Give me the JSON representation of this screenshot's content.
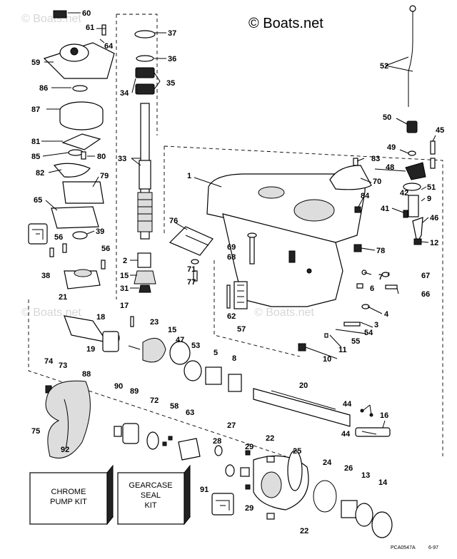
{
  "copyright": "© Boats.net",
  "watermarks": [
    "© Boats.net",
    "© Boats.net",
    "© Boats.net"
  ],
  "footer": {
    "code": "PCA0547A",
    "date": "6-97"
  },
  "kits": {
    "chrome_pump": [
      "CHROME",
      "PUMP KIT"
    ],
    "gearcase_seal": [
      "GEARCASE",
      "SEAL",
      "KIT"
    ]
  },
  "callouts": {
    "c1": "1",
    "c2": "2",
    "c3": "3",
    "c4": "4",
    "c5": "5",
    "c6": "6",
    "c7": "7",
    "c8": "8",
    "c9": "9",
    "c10": "10",
    "c11": "11",
    "c12": "12",
    "c13": "13",
    "c14": "14",
    "c15": "15",
    "c15b": "15",
    "c16": "16",
    "c17": "17",
    "c18": "18",
    "c19": "19",
    "c20": "20",
    "c21": "21",
    "c22": "22",
    "c22b": "22",
    "c23": "23",
    "c24": "24",
    "c25": "25",
    "c26": "26",
    "c27": "27",
    "c28": "28",
    "c29": "29",
    "c29b": "29",
    "c31": "31",
    "c33": "33",
    "c34": "34",
    "c35": "35",
    "c36": "36",
    "c37": "37",
    "c38": "38",
    "c39": "39",
    "c41": "41",
    "c42": "42",
    "c44": "44",
    "c44b": "44",
    "c45": "45",
    "c46": "46",
    "c47": "47",
    "c48": "48",
    "c49": "49",
    "c50": "50",
    "c51": "51",
    "c52": "52",
    "c53": "53",
    "c54": "54",
    "c55": "55",
    "c56": "56",
    "c56b": "56",
    "c57": "57",
    "c58": "58",
    "c59": "59",
    "c60": "60",
    "c61": "61",
    "c62": "62",
    "c63": "63",
    "c64": "64",
    "c65": "65",
    "c66": "66",
    "c67": "67",
    "c68": "68",
    "c69": "69",
    "c70": "70",
    "c71": "71",
    "c72": "72",
    "c73": "73",
    "c74": "74",
    "c75": "75",
    "c76": "76",
    "c77": "77",
    "c78": "78",
    "c79": "79",
    "c80": "80",
    "c81": "81",
    "c82": "82",
    "c83": "83",
    "c84": "84",
    "c85": "85",
    "c86": "86",
    "c87": "87",
    "c88": "88",
    "c89": "89",
    "c90": "90",
    "c91": "91",
    "c92": "92"
  }
}
